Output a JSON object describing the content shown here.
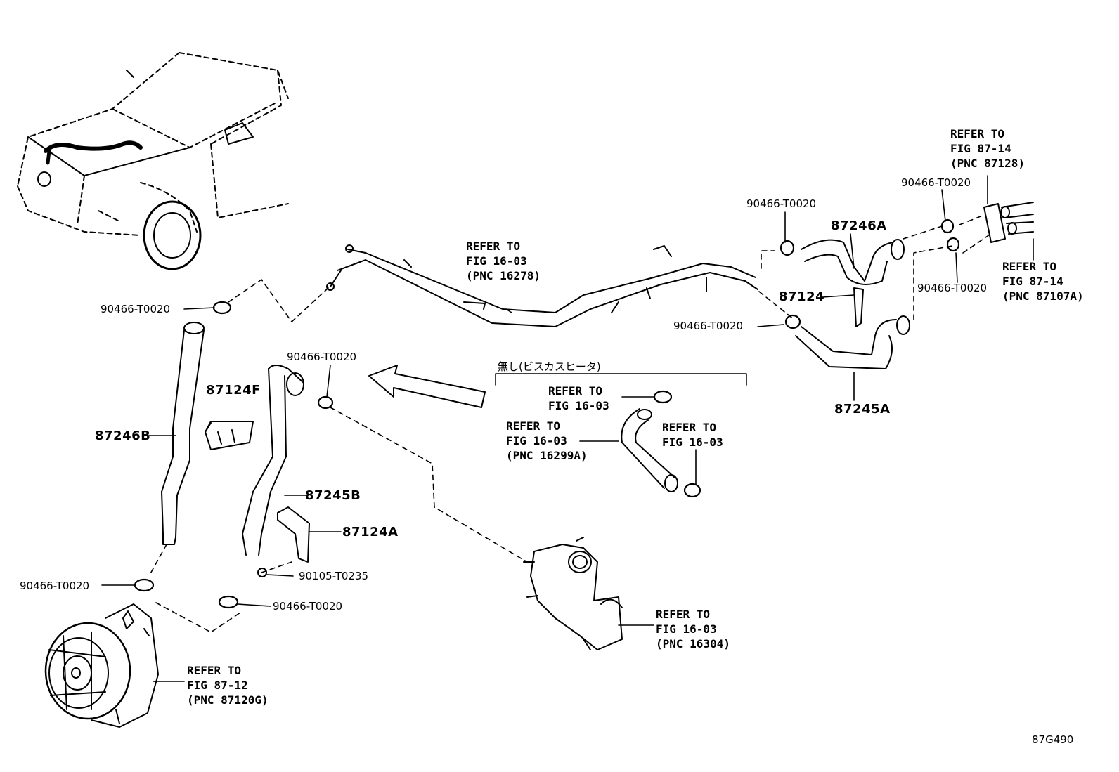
{
  "labels": {
    "p90466_left": "90466-T0020",
    "p90466_mid": "90466-T0020",
    "p90466_topright": "90466-T0020",
    "p90466_right": "90466-T0020",
    "p90466_farright_top": "90466-T0020",
    "p90466_farright_bottom": "90466-T0020",
    "p90466_bottom_left": "90466-T0020",
    "p90466_bottom_mid": "90466-T0020",
    "p87124F": "87124F",
    "p87246B": "87246B",
    "p87245B": "87245B",
    "p87124A": "87124A",
    "p90105": "90105-T0235",
    "p87246A": "87246A",
    "p87124": "87124",
    "p87245A": "87245A",
    "japanese_note": "無し(ビスカスヒータ)",
    "figure_code": "87G490"
  },
  "refs": {
    "pipe": [
      "REFER TO",
      "FIG 16-03",
      "(PNC 16278)"
    ],
    "fig87_14_top": [
      "REFER TO",
      "FIG 87-14",
      "(PNC 87128)"
    ],
    "fig87_14_right": [
      "REFER TO",
      "FIG 87-14",
      "(PNC 87107A)"
    ],
    "fig16_03_a": [
      "REFER TO",
      "FIG 16-03"
    ],
    "fig16_03_b": [
      "REFER TO",
      "FIG 16-03",
      "(PNC 16299A)"
    ],
    "fig16_03_c": [
      "REFER TO",
      "FIG 16-03"
    ],
    "fig16_03_pump": [
      "REFER TO",
      "FIG 16-03",
      "(PNC 16304)"
    ],
    "fig87_12": [
      "REFER TO",
      "FIG 87-12",
      "(PNC 87120G)"
    ]
  }
}
